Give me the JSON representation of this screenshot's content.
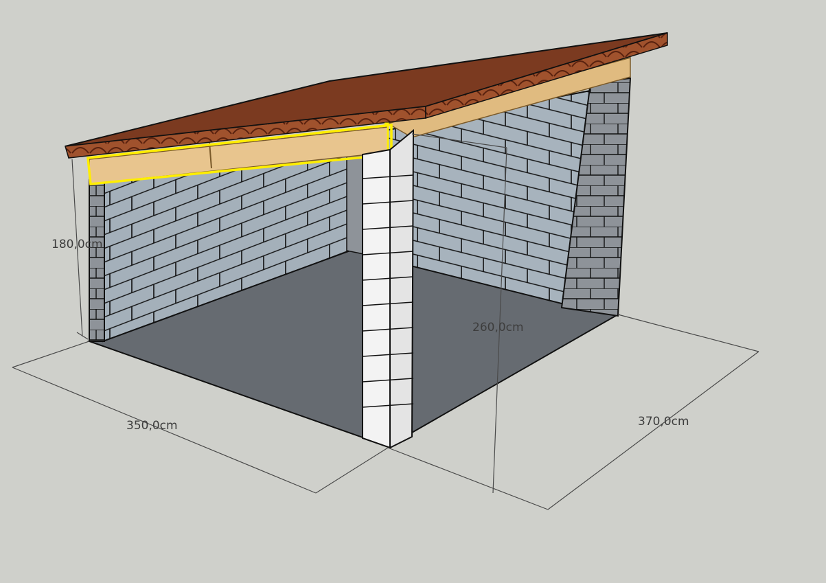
{
  "dimensions": {
    "wall_height": "180,0cm",
    "total_height": "260,0cm",
    "width_front": "350,0cm",
    "depth_side": "370,0cm"
  },
  "colors": {
    "background": "#cfd0cb",
    "block": "#a4b0ba",
    "block_shadow": "#8d9299",
    "floor": "#666b71",
    "pillar": "#f3f3f3",
    "beam": "#e8c58e",
    "roof": "#8a3f22",
    "roof_edge": "#a85a34",
    "selection": "#ffee00",
    "dimension_line": "#4a4a4a"
  }
}
